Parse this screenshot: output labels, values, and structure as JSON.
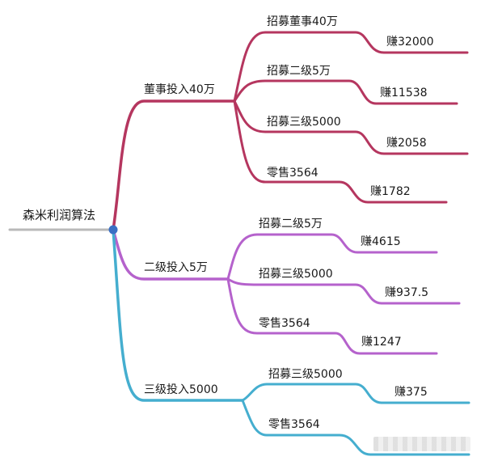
{
  "colors": {
    "root_line": "#b9b9b9",
    "root_dot": "#3a6fc4",
    "branch1": "#b5365f",
    "branch2": "#b562cc",
    "branch3": "#45aecf"
  },
  "root": {
    "label": "森米利润算法"
  },
  "branches": [
    {
      "label": "董事投入40万",
      "children": [
        {
          "label": "招募董事40万",
          "leaf": "赚32000"
        },
        {
          "label": "招募二级5万",
          "leaf": "赚11538"
        },
        {
          "label": "招募三级5000",
          "leaf": "赚2058"
        },
        {
          "label": "零售3564",
          "leaf": "赚1782"
        }
      ]
    },
    {
      "label": "二级投入5万",
      "children": [
        {
          "label": "招募二级5万",
          "leaf": "赚4615"
        },
        {
          "label": "招募三级5000",
          "leaf": "赚937.5"
        },
        {
          "label": "零售3564",
          "leaf": "赚1247"
        }
      ]
    },
    {
      "label": "三级投入5000",
      "children": [
        {
          "label": "招募三级5000",
          "leaf": "赚375"
        },
        {
          "label": "零售3564",
          "leaf": ""
        }
      ]
    }
  ]
}
